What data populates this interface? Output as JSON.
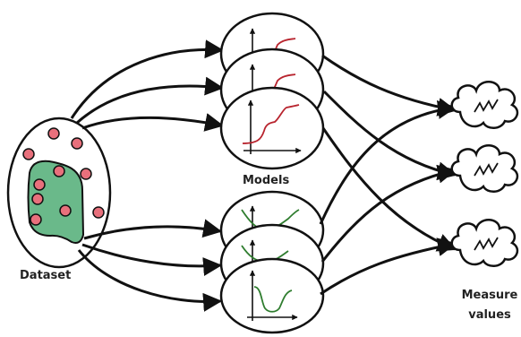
{
  "labels": {
    "dataset": "Dataset",
    "models": "Models",
    "measure_line1": "Measure",
    "measure_line2": "values"
  },
  "colors": {
    "outline": "#111111",
    "red_point": "#e8707c",
    "green_region": "#6ab98a",
    "red_curve": "#b8242e",
    "green_curve": "#2f7d2f"
  },
  "icons": {
    "dataset": "ellipse-with-points",
    "model_top": "plot-card-red-step-curve",
    "model_bottom": "plot-card-green-u-curve",
    "measure": "cloud-zigzag"
  }
}
